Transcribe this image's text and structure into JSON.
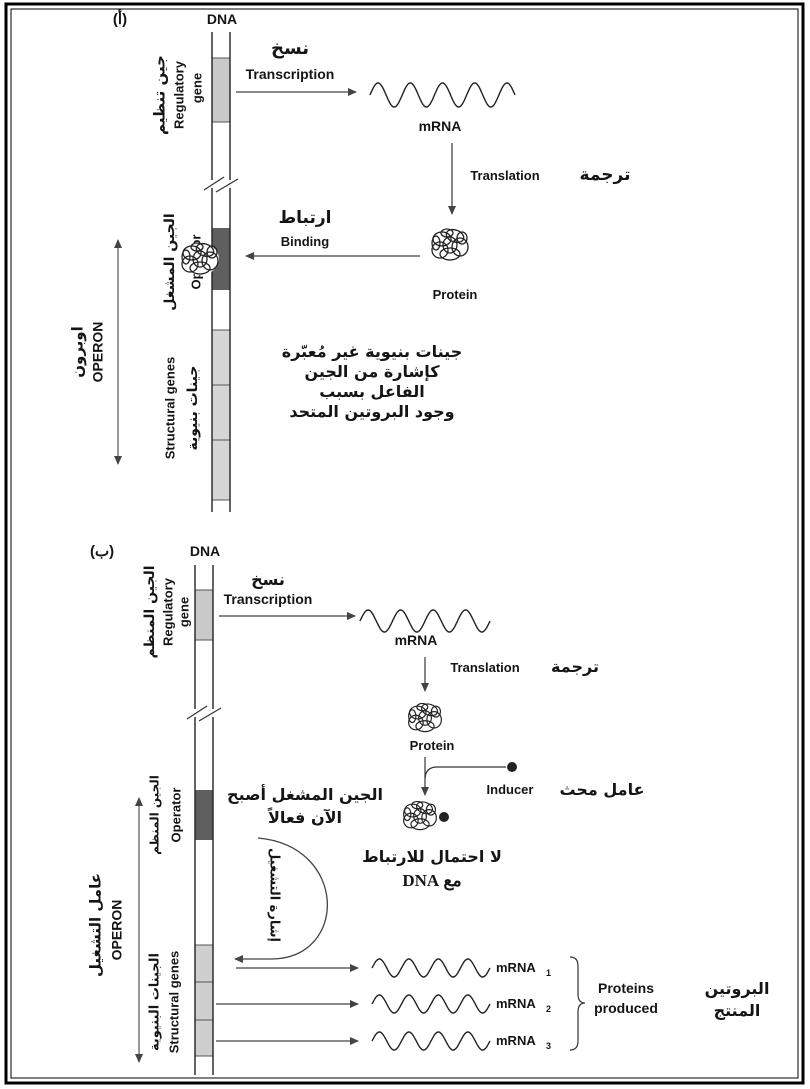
{
  "panel_a": {
    "label": "(أ)",
    "dna_label": "DNA",
    "regulatory_gene_en": [
      "Regulatory",
      "gene"
    ],
    "regulatory_gene_ar": "جين تنظيم",
    "operator_en": "Operator",
    "operator_ar": "الجين المشغل",
    "structural_genes_en": "Structural genes",
    "structural_genes_ar": "جينات بنيوية",
    "operon_en": "OPERON",
    "operon_ar": "اوبرون",
    "transcription_ar": "نسخ",
    "transcription_en": "Transcription",
    "mrna_label": "mRNA",
    "translation_en": "Translation",
    "translation_ar": "ترجمة",
    "binding_ar": "ارتباط",
    "binding_en": "Binding",
    "protein_label": "Protein",
    "note_lines": [
      "جينات بنيوية غير مُعبّرة",
      "كإشارة من الجين",
      "الفاعل بسبب",
      "وجود البروتين المتحد"
    ]
  },
  "panel_b": {
    "label": "(ب)",
    "dna_label": "DNA",
    "regulatory_gene_en": [
      "Regulatory",
      "gene"
    ],
    "regulatory_gene_ar": "الجين المنظم",
    "operator_en": "Operator",
    "operator_ar": "الجين المنظم",
    "structural_genes_en": "Structural genes",
    "structural_genes_ar": "الجينات البنيوية",
    "operon_en": "OPERON",
    "operon_ar": "عامل التشغيل",
    "transcription_ar": "نسخ",
    "transcription_en": "Transcription",
    "mrna_label": "mRNA",
    "translation_en": "Translation",
    "translation_ar": "ترجمة",
    "protein_label": "Protein",
    "inducer_en": "Inducer",
    "inducer_ar": "عامل محث",
    "operator_active_lines": [
      "الجين المشغل أصبح",
      "الآن فعالاً"
    ],
    "no_binding_lines": [
      "لا احتمال للارتباط",
      "مع DNA"
    ],
    "activation_signal": "إشارة التشغيل",
    "mrna_products": [
      {
        "label": "mRNA",
        "sub": "1"
      },
      {
        "label": "mRNA",
        "sub": "2"
      },
      {
        "label": "mRNA",
        "sub": "3"
      }
    ],
    "proteins_produced_en": [
      "Proteins",
      "produced"
    ],
    "proteins_produced_ar": [
      "البروتين",
      "المنتج"
    ]
  }
}
